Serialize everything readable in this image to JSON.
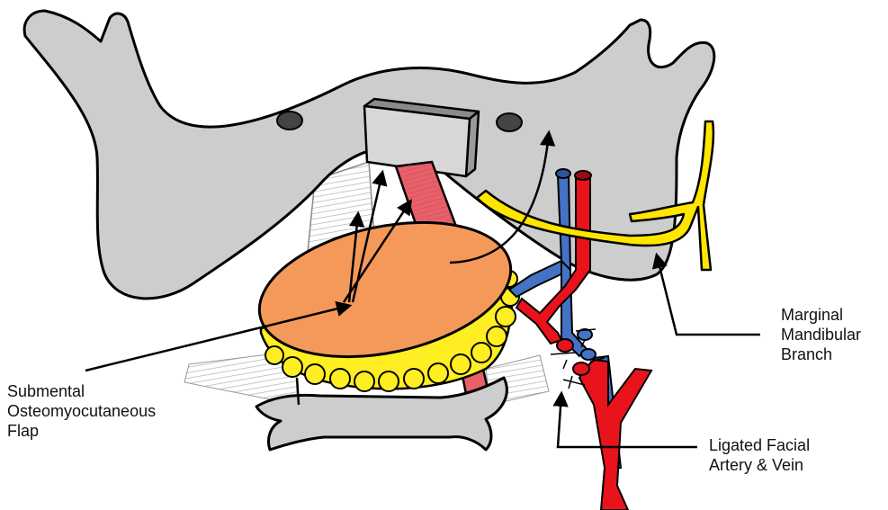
{
  "labels": {
    "flap": [
      "Submental",
      "Osteomyocutaneous",
      "Flap"
    ],
    "nerve": [
      "Marginal",
      "Mandibular",
      "Branch"
    ],
    "vessels": [
      "Ligated Facial",
      "Artery & Vein"
    ]
  },
  "colors": {
    "bone": "#cdcdcd",
    "skin_paddle": "#f5995a",
    "fat": "#ffee22",
    "nerve": "#ffe600",
    "artery": "#e8131b",
    "vein": "#4472c4",
    "muscle": "#e8606a",
    "outline": "#000000"
  }
}
